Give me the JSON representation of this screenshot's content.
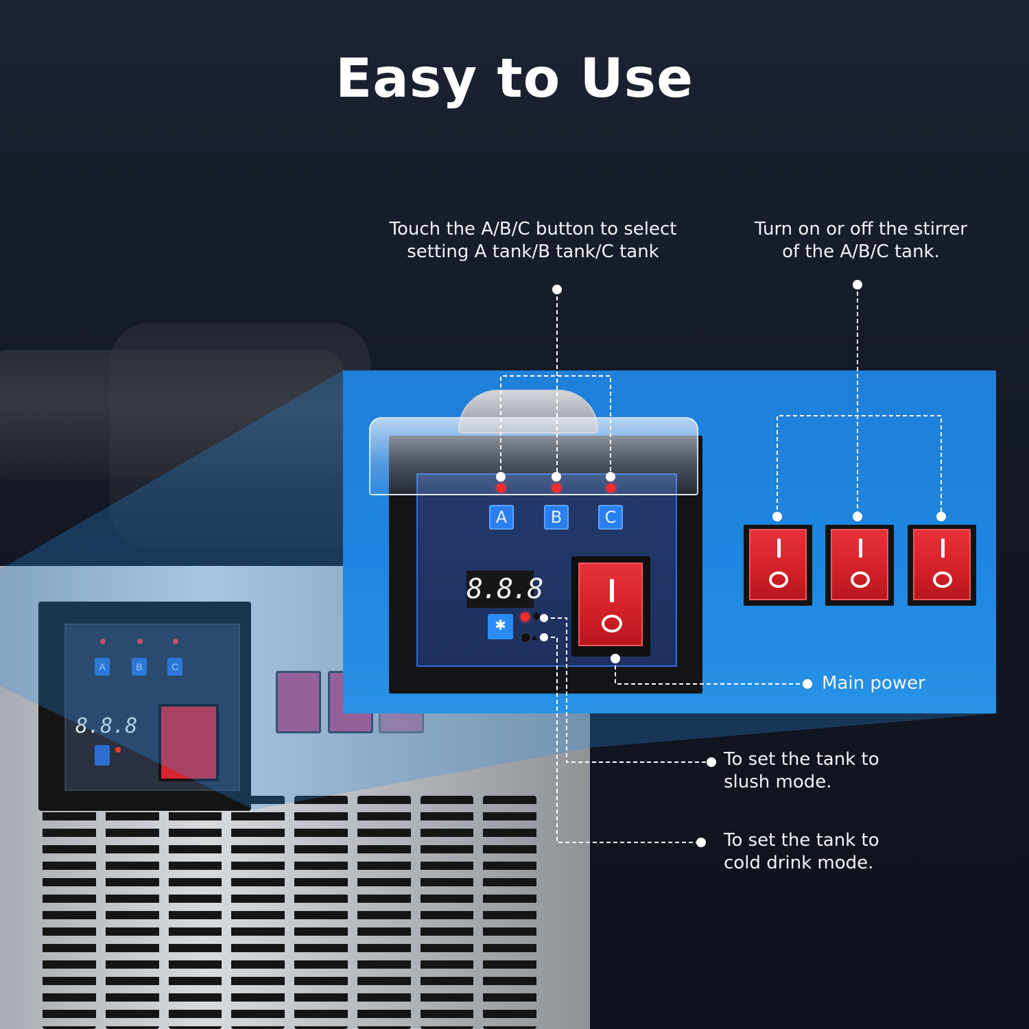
{
  "heading": "Easy to Use",
  "callouts": {
    "tank_select": [
      "Touch the A/B/C button to select",
      "setting A tank/B tank/C tank"
    ],
    "stirrer": [
      "Turn on or off the stirrer",
      "of the A/B/C tank."
    ],
    "main_power": "Main power",
    "slush_mode": [
      "To set the tank to",
      "slush mode."
    ],
    "cold_drink_mode": [
      "To set the tank to",
      "cold drink mode."
    ]
  },
  "panel": {
    "tank_buttons": [
      "A",
      "B",
      "C"
    ],
    "display": "8.8.8",
    "mode_button_icon": "snowflake-icon",
    "switch_on_symbol": "I",
    "switch_off_symbol": "O"
  },
  "colors": {
    "background": "#151a27",
    "highlight_panel": "#1e86e0",
    "switch_red": "#d52129",
    "led_red": "#ff2a2a",
    "leader_lines": "#ffffff"
  }
}
